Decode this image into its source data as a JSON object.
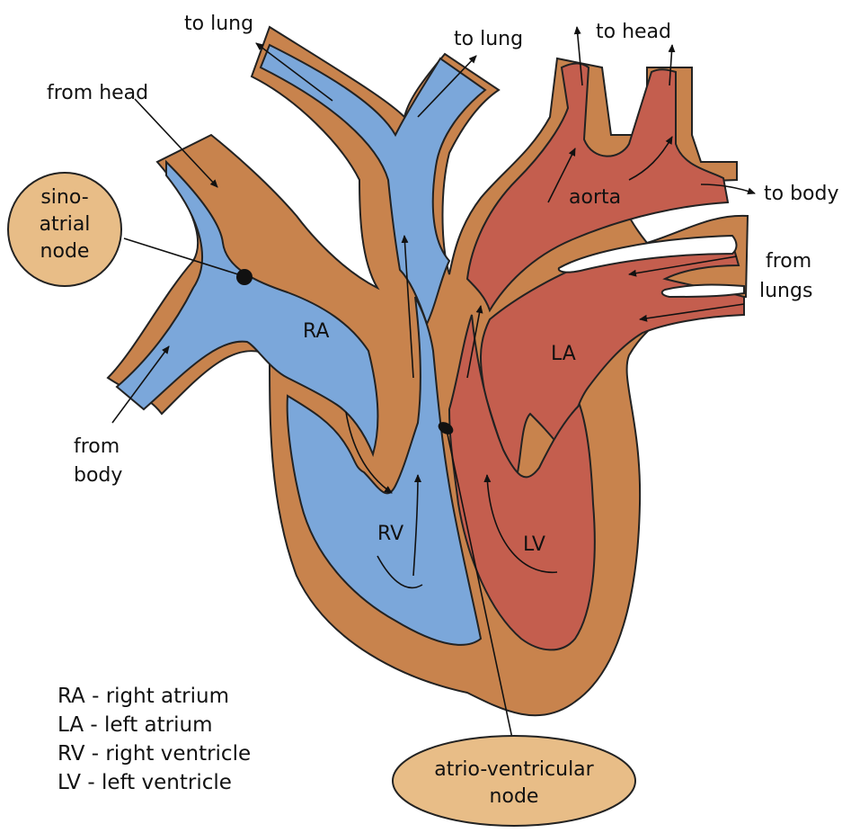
{
  "colors": {
    "wall": "#C8834D",
    "deoxygenated": "#7BA7DA",
    "oxygenated": "#C45E4E",
    "node": "#E8BD87",
    "outline": "#222222"
  },
  "labels": {
    "to_lung_left": "to lung",
    "to_lung_right": "to lung",
    "to_head": "to head",
    "to_body": "to body",
    "from_head": "from head",
    "from_body_1": "from",
    "from_body_2": "body",
    "from_lungs_1": "from",
    "from_lungs_2": "lungs",
    "aorta": "aorta",
    "ra": "RA",
    "la": "LA",
    "rv": "RV",
    "lv": "LV"
  },
  "sa_node": {
    "line1": "sino-",
    "line2": "atrial",
    "line3": "node"
  },
  "av_node": {
    "line1": "atrio-ventricular",
    "line2": "node"
  },
  "legend": [
    "RA - right atrium",
    "LA - left atrium",
    "RV - right ventricle",
    "LV - left ventricle"
  ]
}
